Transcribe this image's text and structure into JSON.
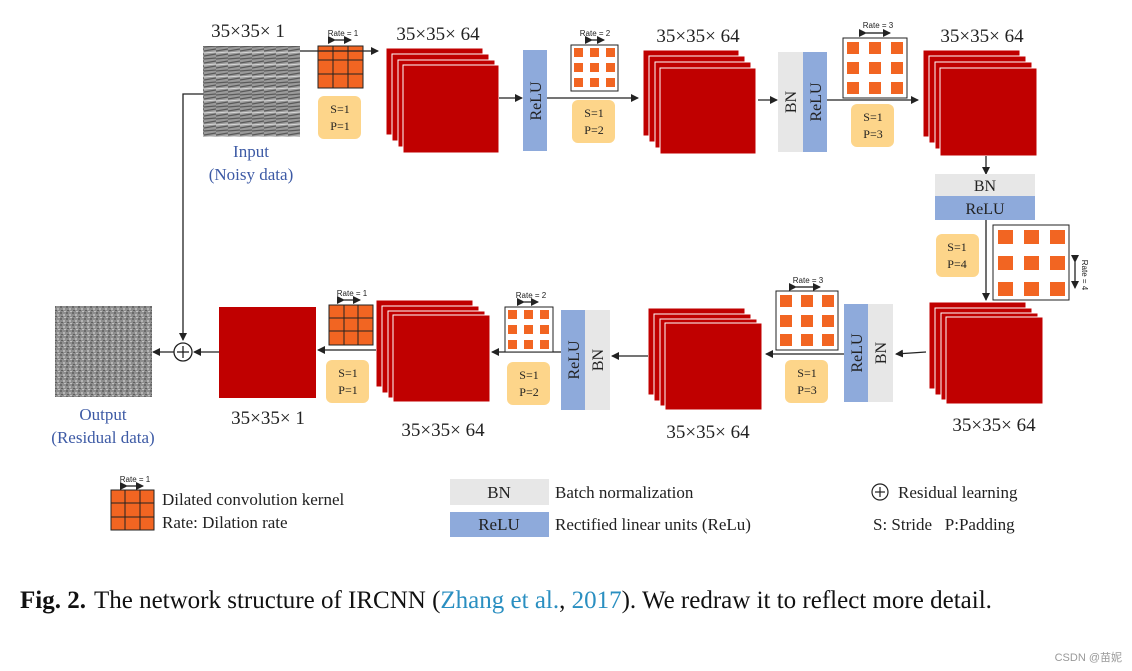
{
  "labels": {
    "input_dims": "35×35× 1",
    "fm1_dims": "35×35× 64",
    "fm2_dims": "35×35× 64",
    "fm3_dims": "35×35× 64",
    "fm4_dims": "35×35× 64",
    "fm5_dims": "35×35× 64",
    "fm6_dims": "35×35× 64",
    "out_fm_dims": "35×35× 1",
    "input_title": "Input",
    "input_subtitle": "(Noisy data)",
    "output_title": "Output",
    "output_subtitle": "(Residual data)",
    "bn": "BN",
    "relu": "ReLU"
  },
  "kernels": {
    "k1": {
      "rate": "Rate = 1",
      "s": "S=1",
      "p": "P=1"
    },
    "k2": {
      "rate": "Rate = 2",
      "s": "S=1",
      "p": "P=2"
    },
    "k3": {
      "rate": "Rate = 3",
      "s": "S=1",
      "p": "P=3"
    },
    "k4": {
      "rate": "Rate = 4",
      "s": "S=1",
      "p": "P=4"
    },
    "k5": {
      "rate": "Rate = 3",
      "s": "S=1",
      "p": "P=3"
    },
    "k6": {
      "rate": "Rate = 2",
      "s": "S=1",
      "p": "P=2"
    },
    "k7": {
      "rate": "Rate = 1",
      "s": "S=1",
      "p": "P=1"
    }
  },
  "legend": {
    "kernel_rate": "Rate = 1",
    "kernel_line1": "Dilated convolution kernel",
    "kernel_line2": "Rate: Dilation rate",
    "bn_box": "BN",
    "bn_desc": "Batch normalization",
    "relu_box": "ReLU",
    "relu_desc": "Rectified linear units (ReLu)",
    "residual_desc": "Residual learning",
    "stride_padding": "S: Stride   P:Padding"
  },
  "caption": {
    "fig": "Fig. 2.",
    "pre": "The network structure of IRCNN (",
    "ref1": "Zhang et al.",
    "mid": ", ",
    "ref2": "2017",
    "post": "). We redraw it to reflect more detail."
  },
  "watermark": "CSDN @苗妮",
  "colors": {
    "feature_map": "#c00000",
    "kernel_orange": "#f26522",
    "bn_gray": "#e7e7e7",
    "relu_blue": "#8eaadb",
    "sp_box": "#fdd58a",
    "label_blue": "#3d5aa5",
    "reference_blue": "#2a8fc1"
  }
}
